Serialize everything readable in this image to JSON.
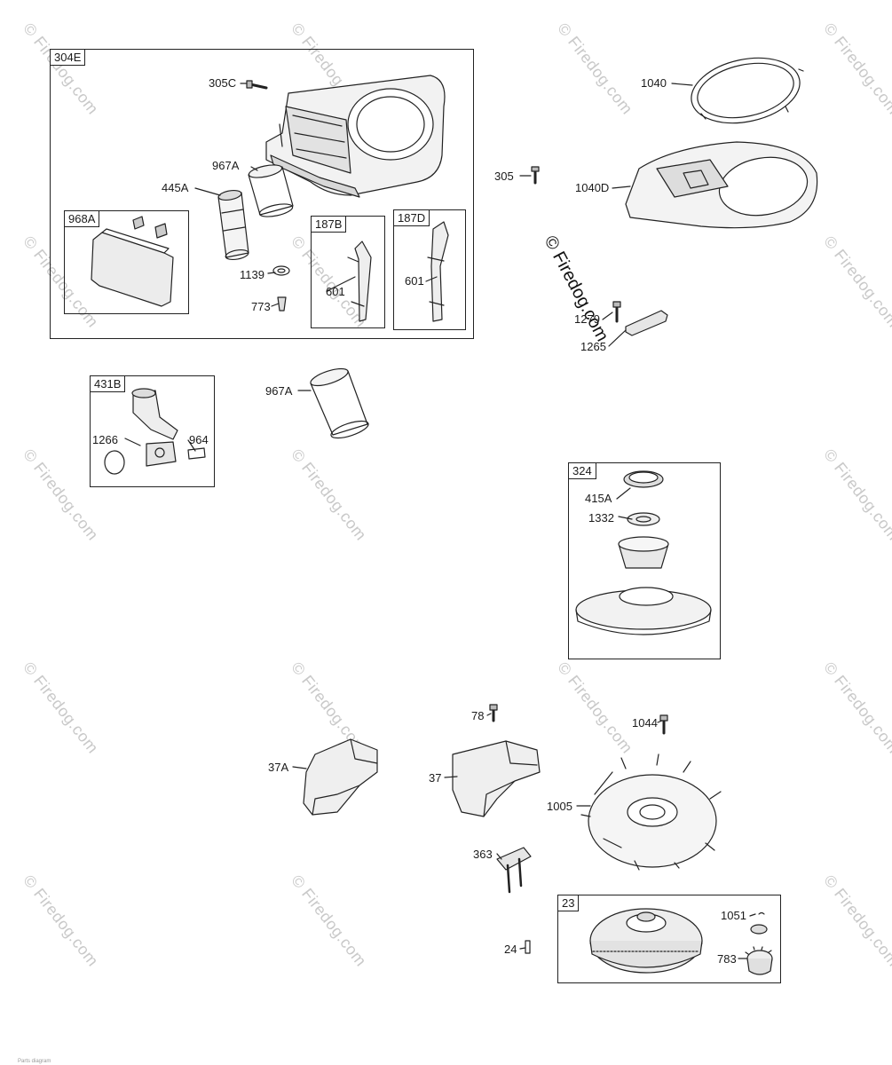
{
  "watermark": "© Firedog.com",
  "groups": {
    "g304E": "304E",
    "g968A": "968A",
    "g187B": "187B",
    "g187D": "187D",
    "g431B": "431B",
    "g324": "324",
    "g23": "23"
  },
  "parts": {
    "p305C": "305C",
    "p967A_top": "967A",
    "p445A": "445A",
    "p1139": "1139",
    "p773": "773",
    "p601_b": "601",
    "p601_d": "601",
    "p305": "305",
    "p1040": "1040",
    "p1040D": "1040D",
    "p1279": "1279",
    "p1265": "1265",
    "p1266": "1266",
    "p964": "964",
    "p967A_mid": "967A",
    "p415A": "415A",
    "p1332": "1332",
    "p78": "78",
    "p1044": "1044",
    "p37A": "37A",
    "p37": "37",
    "p1005": "1005",
    "p363": "363",
    "p24": "24",
    "p1051": "1051",
    "p783": "783"
  },
  "icons": [
    "blower-housing-icon",
    "air-filter-icon",
    "filter-cover-icon",
    "dipstick-tube-icon",
    "grille-ring-icon",
    "shroud-icon",
    "elbow-icon",
    "starter-cup-icon",
    "air-guide-icon",
    "fan-icon",
    "flywheel-icon",
    "gear-icon",
    "screw-icon"
  ],
  "footer": "Parts diagram"
}
